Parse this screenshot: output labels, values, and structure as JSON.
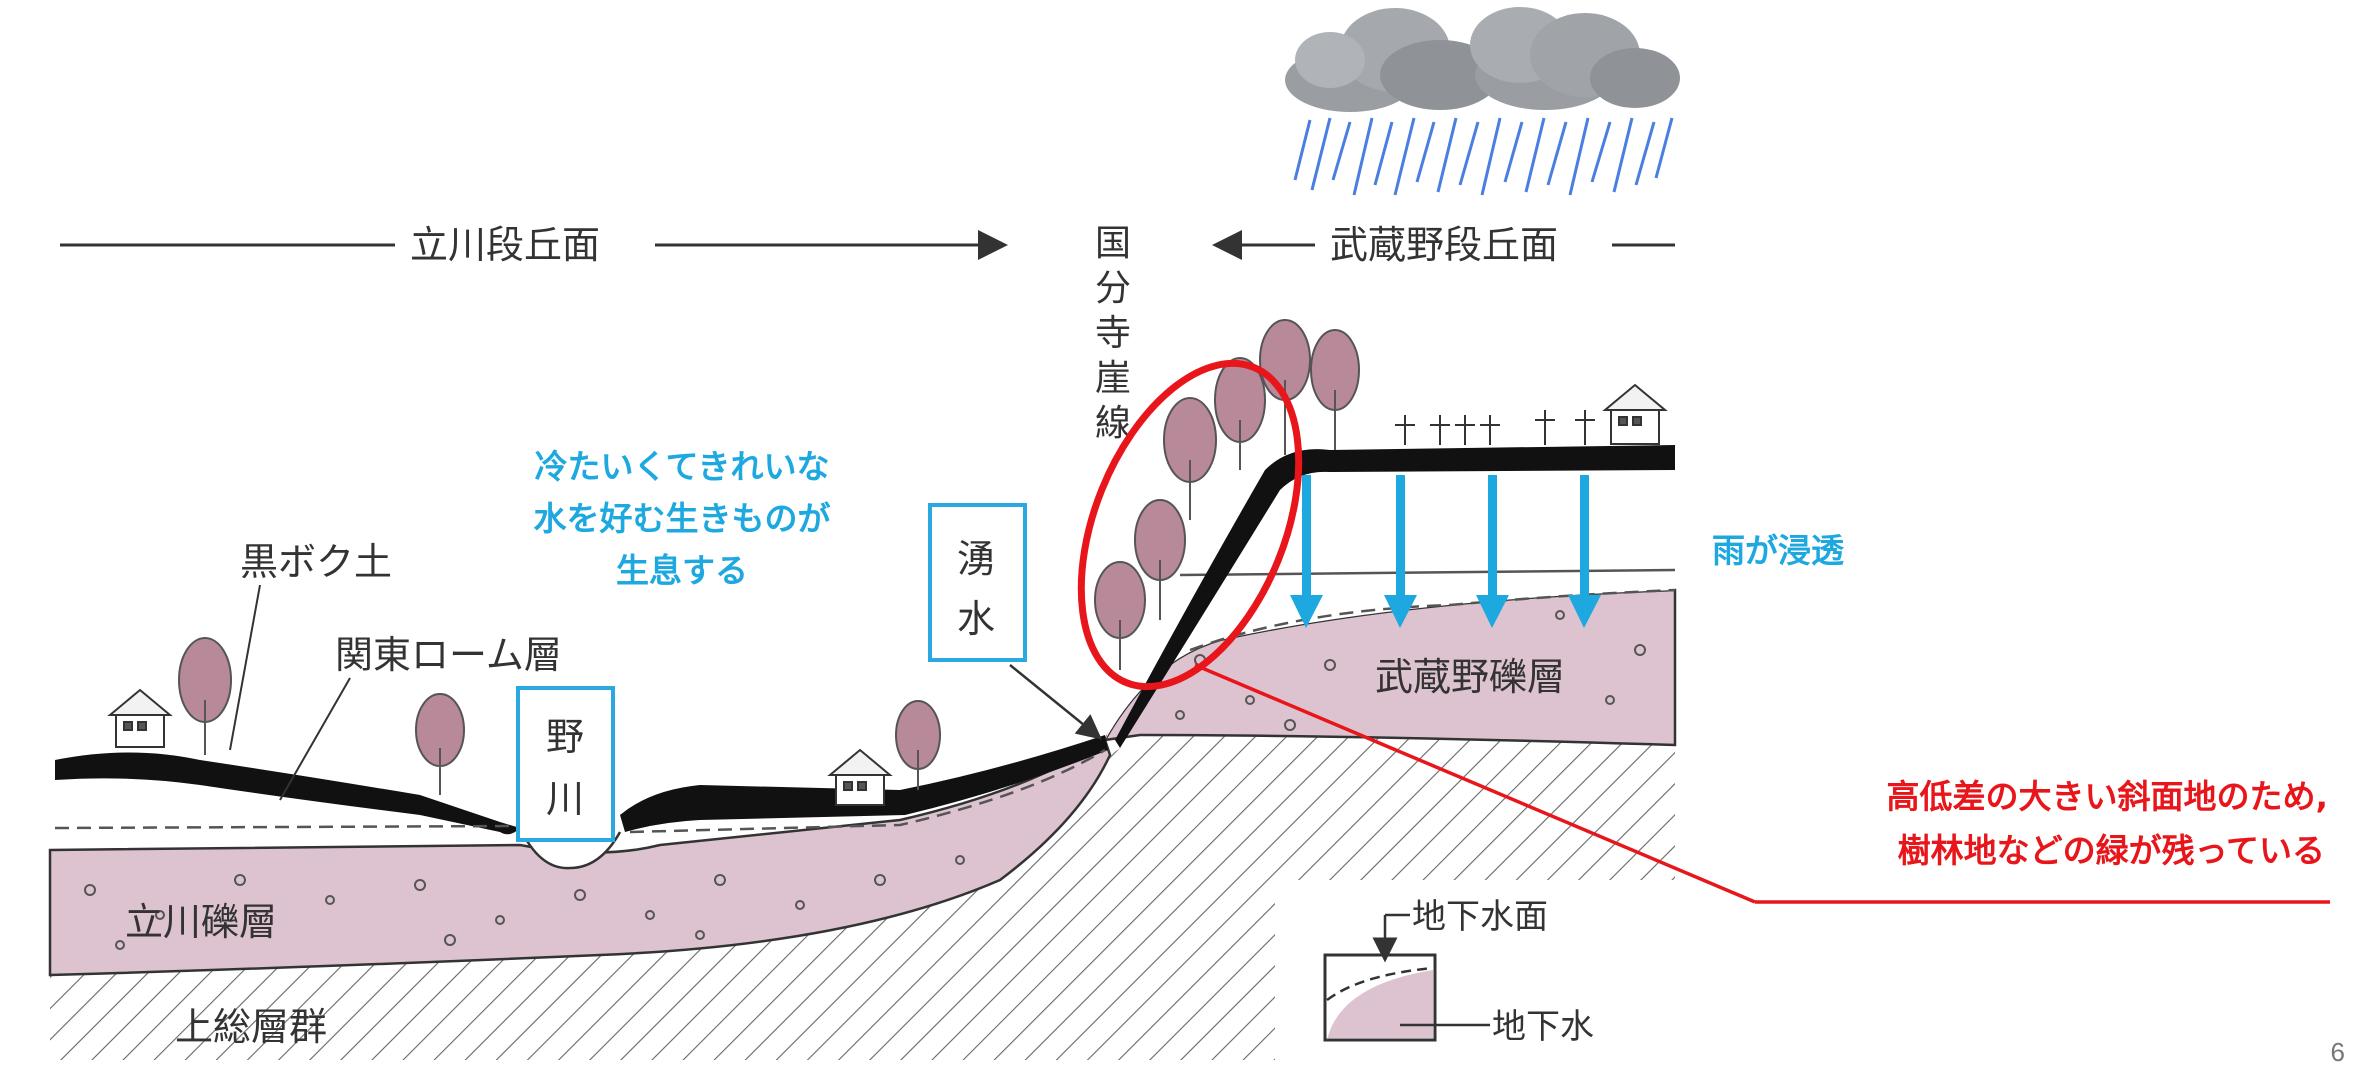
{
  "terrace_labels": {
    "tachikawa": "立川段丘面",
    "musashino": "武蔵野段丘面"
  },
  "cliff_line": [
    "国",
    "分",
    "寺",
    "崖",
    "線"
  ],
  "layers": {
    "kuroboku": "黒ボク土",
    "kanto_loam": "関東ローム層",
    "tachikawa_gravel": "立川礫層",
    "musashino_gravel": "武蔵野礫層",
    "kazusa": "上総層群"
  },
  "river": [
    "野",
    "川"
  ],
  "spring": [
    "湧",
    "水"
  ],
  "legend": {
    "water_table": "地下水面",
    "groundwater": "地下水"
  },
  "annotations": {
    "cold_water": [
      "冷たいくてきれいな",
      "水を好む生きものが",
      "生息する"
    ],
    "rain": "雨が浸透",
    "slope": [
      "高低差の大きい斜面地のため,",
      "樹林地などの緑が残っている"
    ]
  },
  "page_number": "6",
  "colors": {
    "annotation_blue": "#1ea8e0",
    "annotation_red": "#e8161b",
    "gravel_pink": "#dcc3cf",
    "tree_pink": "#b88a99"
  },
  "icons": [
    "cloud-icon",
    "rain-icon",
    "house-icon",
    "tree-icon",
    "arrow-down-icon"
  ]
}
